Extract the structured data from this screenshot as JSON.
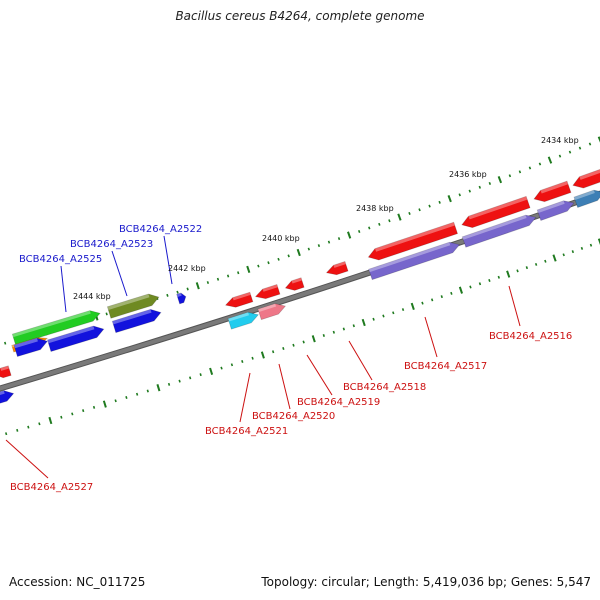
{
  "title": "Bacillus cereus B4264, complete genome",
  "footer": {
    "accession_text": "Accession: NC_011725",
    "genome_info_text": "Topology: circular; Length: 5,419,036 bp; Genes: 5,547"
  },
  "colors": {
    "backbone": "#7a7a7a",
    "tick": "#1f7a1f",
    "forward_label": "#1a1acc",
    "reverse_label": "#cc1111",
    "red": "#ee1111",
    "blue": "#1212dd",
    "purple": "#7766cc",
    "green": "#22cc22",
    "olive": "#6f8a22",
    "orange": "#ff8800",
    "cyan": "#22ccee",
    "pink": "#ee7788",
    "steelblue": "#3d7fb5"
  },
  "kbp_labels": [
    {
      "id": "kbp-2434",
      "text": "2434 kbp"
    },
    {
      "id": "kbp-2436",
      "text": "2436 kbp"
    },
    {
      "id": "kbp-2438",
      "text": "2438 kbp"
    },
    {
      "id": "kbp-2440",
      "text": "2440 kbp"
    },
    {
      "id": "kbp-2442",
      "text": "2442 kbp"
    },
    {
      "id": "kbp-2444",
      "text": "2444 kbp"
    }
  ],
  "gene_labels": [
    {
      "id": "BCB4264_A2522",
      "text": "BCB4264_A2522",
      "strand": "forward"
    },
    {
      "id": "BCB4264_A2523",
      "text": "BCB4264_A2523",
      "strand": "forward"
    },
    {
      "id": "BCB4264_A2525",
      "text": "BCB4264_A2525",
      "strand": "forward"
    },
    {
      "id": "BCB4264_A2516",
      "text": "BCB4264_A2516",
      "strand": "reverse"
    },
    {
      "id": "BCB4264_A2517",
      "text": "BCB4264_A2517",
      "strand": "reverse"
    },
    {
      "id": "BCB4264_A2518",
      "text": "BCB4264_A2518",
      "strand": "reverse"
    },
    {
      "id": "BCB4264_A2519",
      "text": "BCB4264_A2519",
      "strand": "reverse"
    },
    {
      "id": "BCB4264_A2520",
      "text": "BCB4264_A2520",
      "strand": "reverse"
    },
    {
      "id": "BCB4264_A2521",
      "text": "BCB4264_A2521",
      "strand": "reverse"
    },
    {
      "id": "BCB4264_A2527",
      "text": "BCB4264_A2527",
      "strand": "reverse"
    }
  ]
}
